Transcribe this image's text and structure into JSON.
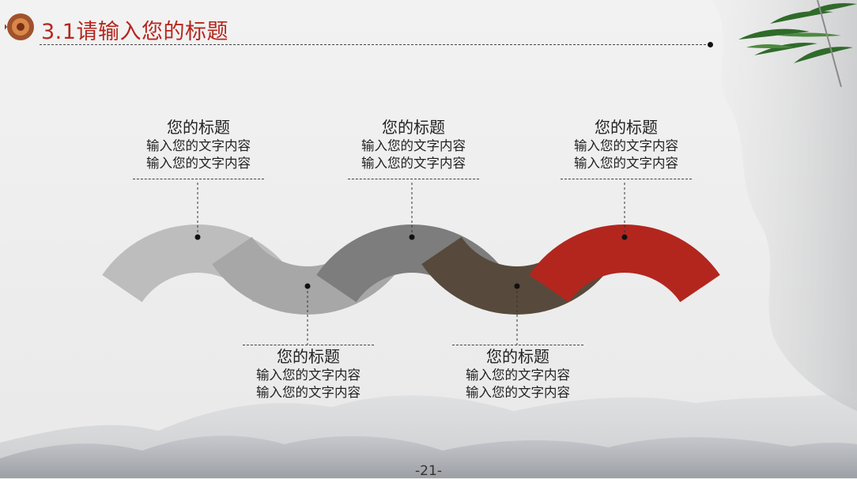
{
  "title": "3.1请输入您的标题",
  "items": [
    {
      "heading": "您的标题",
      "line1": "输入您的文字内容",
      "line2": "输入您的文字内容"
    },
    {
      "heading": "您的标题",
      "line1": "输入您的文字内容",
      "line2": "输入您的文字内容"
    },
    {
      "heading": "您的标题",
      "line1": "输入您的文字内容",
      "line2": "输入您的文字内容"
    },
    {
      "heading": "您的标题",
      "line1": "输入您的文字内容",
      "line2": "输入您的文字内容"
    },
    {
      "heading": "您的标题",
      "line1": "输入您的文字内容",
      "line2": "输入您的文字内容"
    }
  ],
  "page_number": "-21-",
  "colors": {
    "title": "#b6261e",
    "segment1": "#bdbdbd",
    "segment2": "#a7a7a7",
    "segment3": "#7d7d7d",
    "segment4": "#574a3c",
    "segment5": "#b3261e"
  }
}
